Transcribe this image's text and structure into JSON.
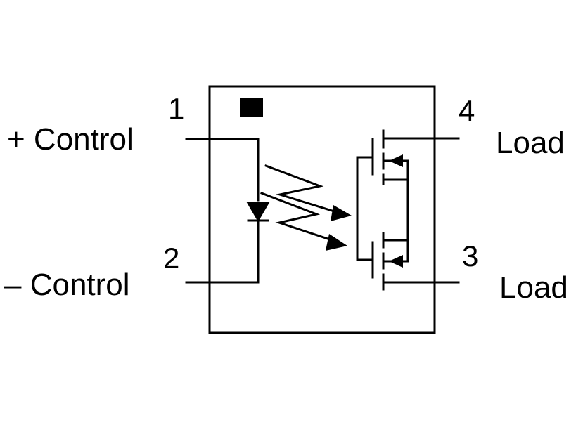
{
  "pins": {
    "pin1": "1",
    "pin2": "2",
    "pin3": "3",
    "pin4": "4"
  },
  "labels": {
    "plus_control": "+ Control",
    "minus_control": "– Control",
    "load_top": "Load",
    "load_bottom": "Load"
  },
  "colors": {
    "stroke": "#000000",
    "background": "#ffffff"
  }
}
